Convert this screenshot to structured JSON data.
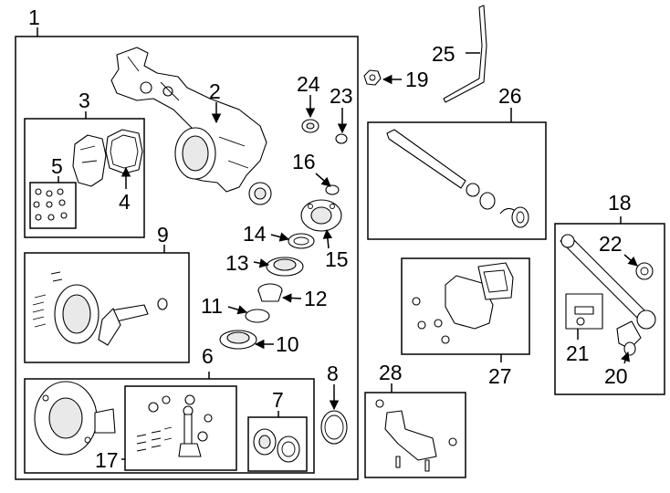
{
  "callouts": {
    "c1": "1",
    "c2": "2",
    "c3": "3",
    "c4": "4",
    "c5": "5",
    "c6": "6",
    "c7": "7",
    "c8": "8",
    "c9": "9",
    "c10": "10",
    "c11": "11",
    "c12": "12",
    "c13": "13",
    "c14": "14",
    "c15": "15",
    "c16": "16",
    "c17": "17",
    "c18": "18",
    "c19": "19",
    "c20": "20",
    "c21": "21",
    "c22": "22",
    "c23": "23",
    "c24": "24",
    "c25": "25",
    "c26": "26",
    "c27": "27",
    "c28": "28"
  },
  "colors": {
    "line": "#000000",
    "background": "#ffffff",
    "shade": "#e9e9e9"
  }
}
